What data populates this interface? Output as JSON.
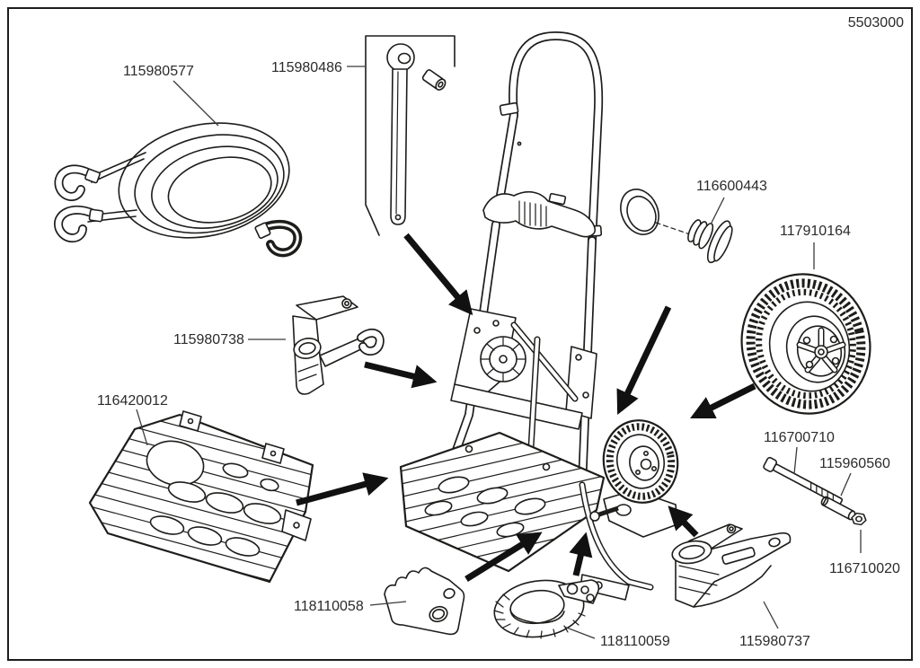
{
  "document": {
    "code": "5503000"
  },
  "diagram": {
    "type": "exploded-parts-diagram",
    "subject": "folding-hand-truck",
    "colors": {
      "line": "#1d1d1b",
      "arrow": "#111111",
      "background": "#ffffff"
    },
    "parts": [
      {
        "number": "115980577"
      },
      {
        "number": "115980486"
      },
      {
        "number": "116600443"
      },
      {
        "number": "117910164"
      },
      {
        "number": "115980738"
      },
      {
        "number": "116420012"
      },
      {
        "number": "116700710"
      },
      {
        "number": "115960560"
      },
      {
        "number": "116710020"
      },
      {
        "number": "118110058"
      },
      {
        "number": "118110059"
      },
      {
        "number": "115980737"
      }
    ]
  }
}
